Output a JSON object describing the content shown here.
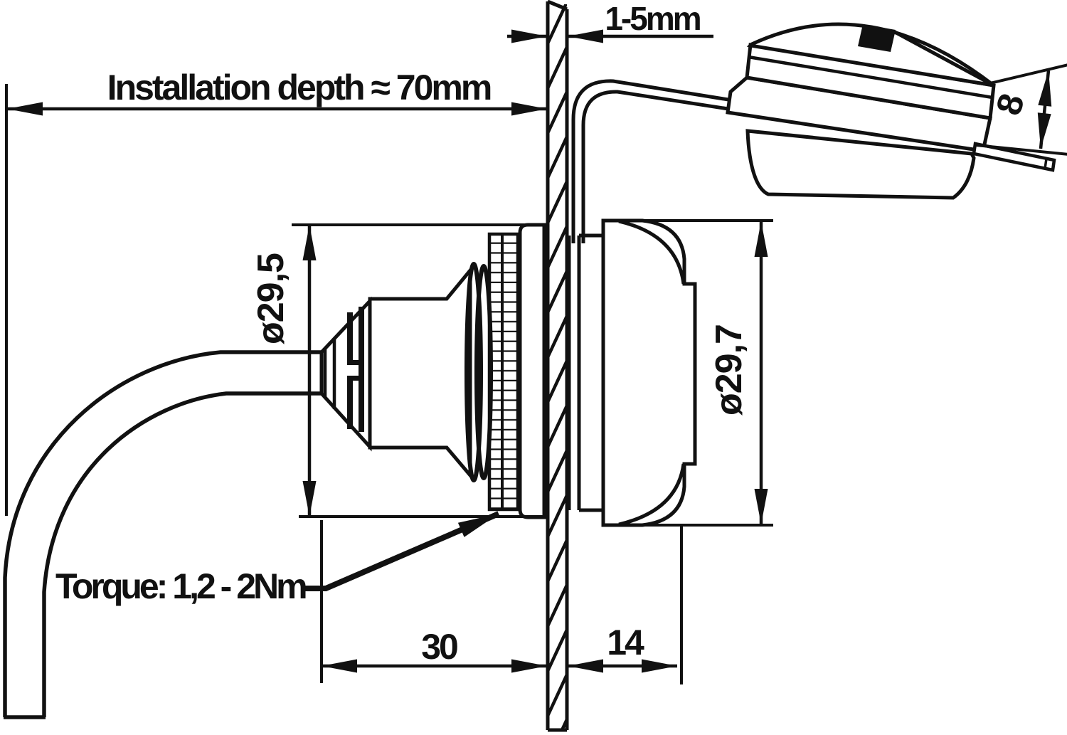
{
  "drawing": {
    "type": "technical-installation-drawing",
    "labels": {
      "installation_depth": "Installation depth ≈ 70mm",
      "panel_thickness": "1-5mm",
      "diameter_left": "ø29,5",
      "diameter_right": "ø29,7",
      "torque": "Torque: 1,2 - 2Nm",
      "width_behind_panel": "30",
      "width_front_panel": "14",
      "cover_height": "8"
    },
    "colors": {
      "ink": "#111111",
      "background": "#ffffff"
    }
  }
}
